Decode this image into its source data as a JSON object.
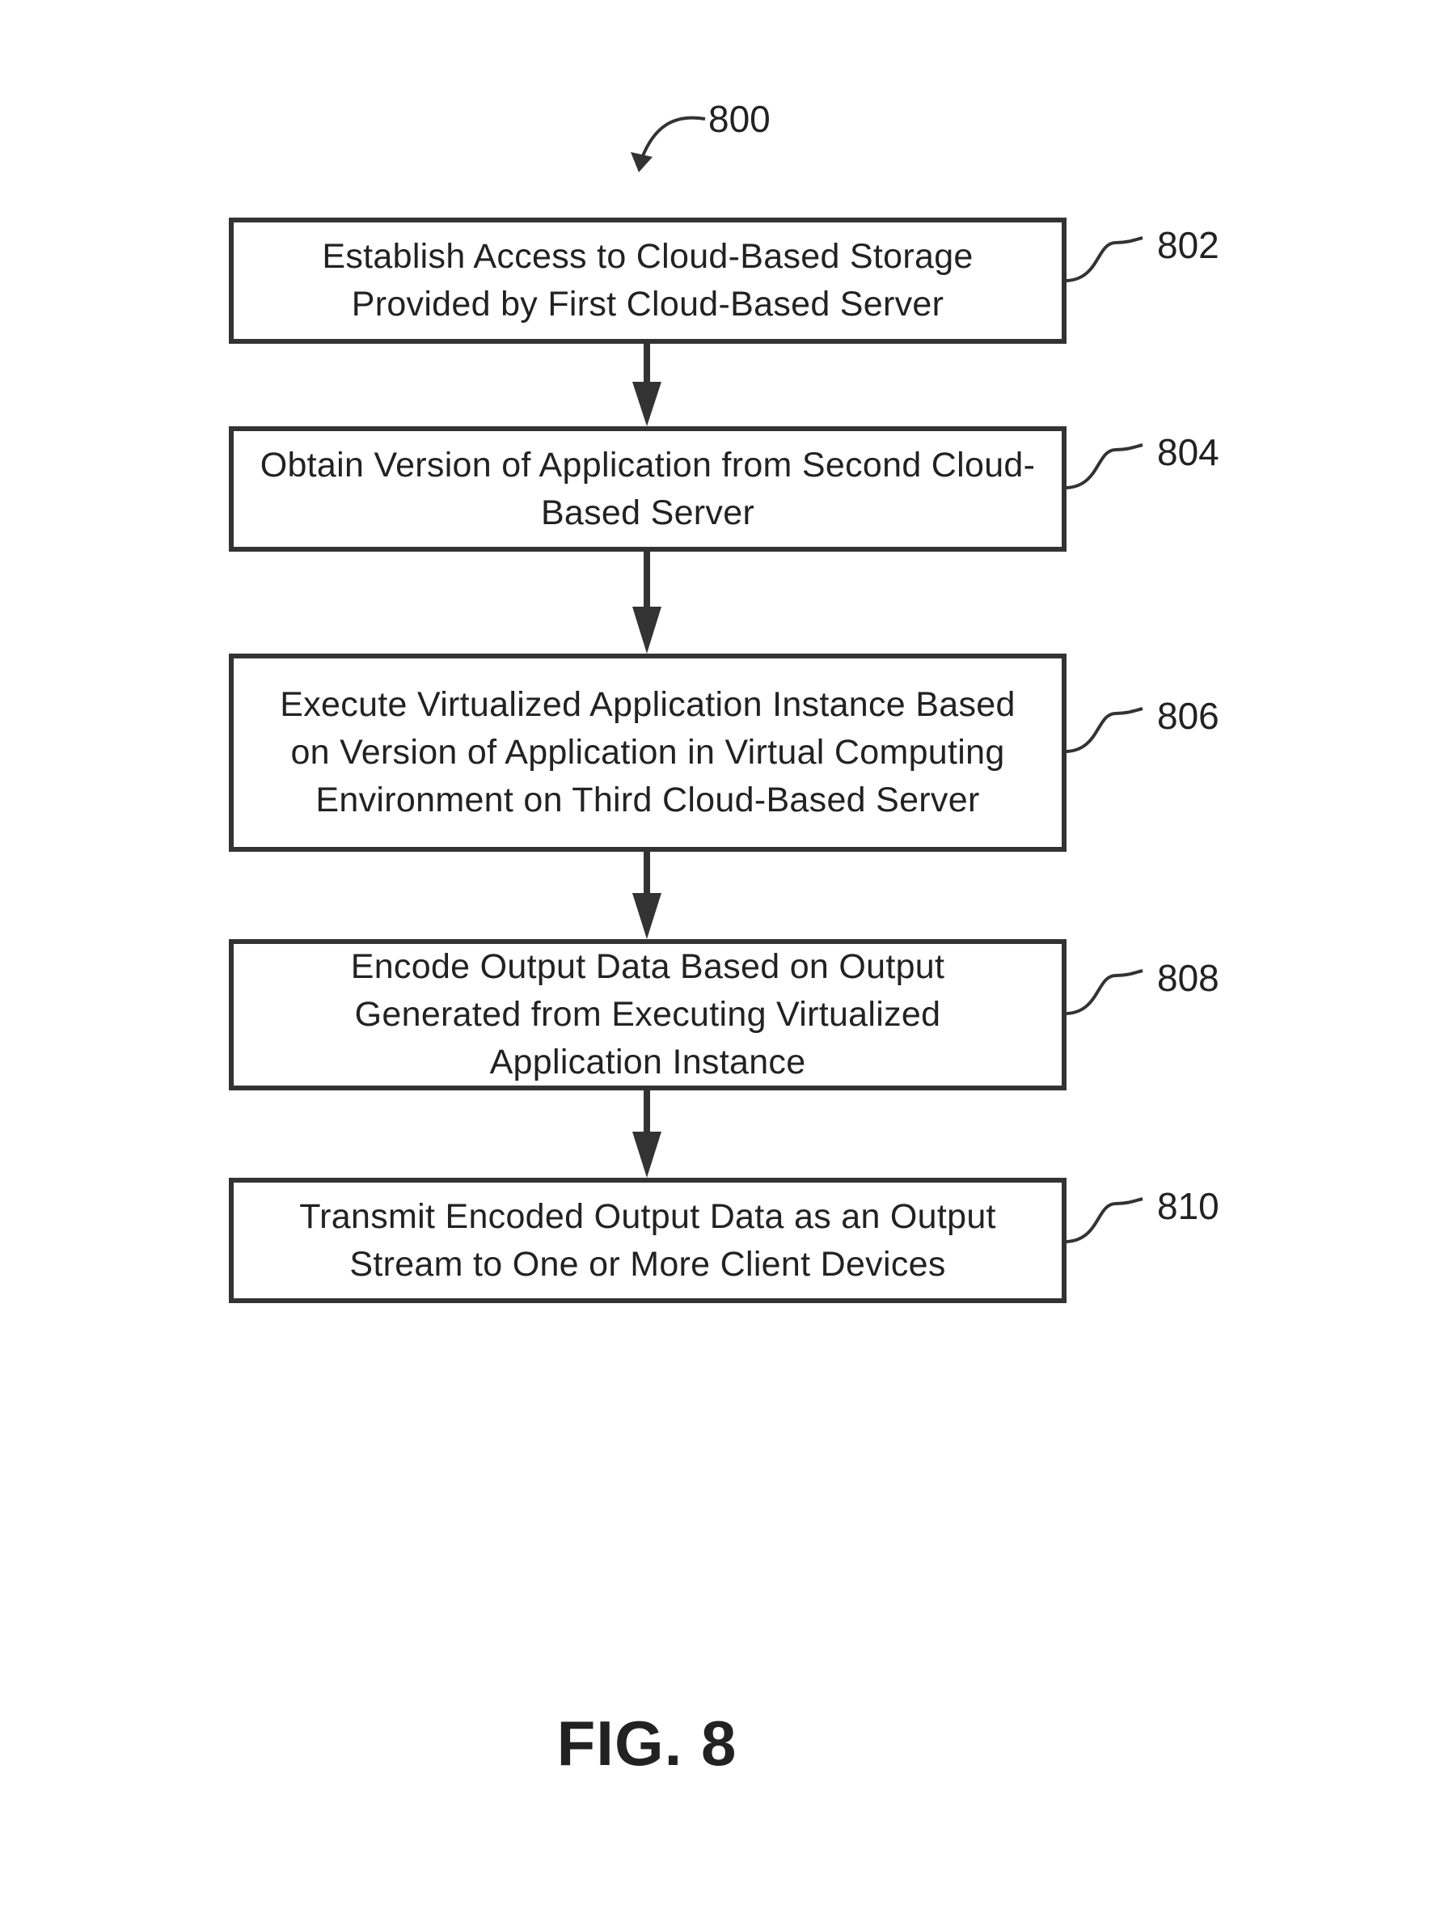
{
  "figure": {
    "number_label": "800",
    "caption": "FIG. 8"
  },
  "steps": [
    {
      "ref": "802",
      "text": "Establish Access to Cloud-Based Storage Provided by First Cloud-Based Server"
    },
    {
      "ref": "804",
      "text": "Obtain Version of Application from Second Cloud-Based Server"
    },
    {
      "ref": "806",
      "text": "Execute Virtualized Application Instance Based on Version of Application in Virtual Computing Environment on Third Cloud-Based Server"
    },
    {
      "ref": "808",
      "text": "Encode Output Data Based on Output Generated from Executing Virtualized Application Instance"
    },
    {
      "ref": "810",
      "text": "Transmit Encoded Output Data as an Output Stream to One or More Client Devices"
    }
  ],
  "colors": {
    "line": "#333333",
    "text": "#222222",
    "background": "#ffffff"
  }
}
